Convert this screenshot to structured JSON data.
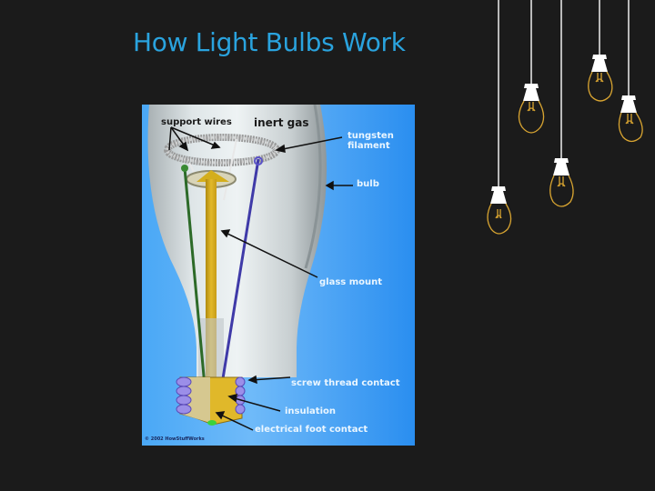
{
  "slide": {
    "title": "How Light Bulbs Work",
    "background_color": "#1b1b1b",
    "title_color": "#2aa3de"
  },
  "diagram": {
    "labels": {
      "support_wires": "support wires",
      "inert_gas": "inert gas",
      "tungsten_filament_line1": "tungsten",
      "tungsten_filament_line2": "filament",
      "bulb": "bulb",
      "glass_mount": "glass mount",
      "screw_thread_contact": "screw thread contact",
      "insulation": "insulation",
      "electrical_foot_contact": "electrical foot contact"
    },
    "copyright": "© 2002 HowStuffWorks"
  },
  "decoration": {
    "icon": "hanging-light-bulbs-icon",
    "bulb_count": 5
  }
}
